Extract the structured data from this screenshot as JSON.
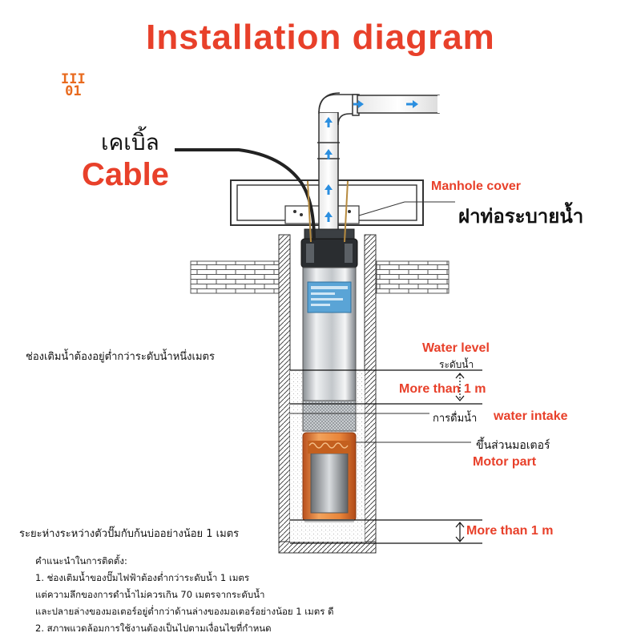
{
  "header": {
    "title": "Installation diagram",
    "badge_top": "III",
    "badge_bottom": "01"
  },
  "labels": {
    "cable_th": "เคเบิ้ล",
    "cable_en": "Cable",
    "manhole_en": "Manhole cover",
    "manhole_th": "ฝาท่อระบายน้ำ",
    "intake_depth_th": "ช่องเติมน้ำต้องอยู่ต่ำกว่าระดับน้ำหนึ่งเมตร",
    "water_level_en": "Water level",
    "water_level_th": "ระดับน้ำ",
    "more_than_1m_top": "More than 1 m",
    "intake_th": "การดื่มน้ำ",
    "intake_en": "water intake",
    "motor_th": "ขึ้นส่วนมอเตอร์",
    "motor_en": "Motor part",
    "bottom_distance_th": "ระยะห่างระหว่างตัวปั๊มกับก้นบ่ออย่างน้อย 1 เมตร",
    "more_than_1m_bottom": "More than 1 m"
  },
  "notes": [
    "คำแนะนำในการติดตั้ง:",
    "1. ช่องเติมน้ำของปั๊มไฟฟ้าต้องต่ำกว่าระดับน้ำ 1 เมตร",
    "แต่ความลึกของการดำน้ำไม่ควรเกิน 70 เมตรจากระดับน้ำ",
    "และปลายล่างของมอเตอร์อยู่ต่ำกว่าด้านล่างของมอเตอร์อย่างน้อย 1 เมตร ดี",
    "2. สภาพแวดล้อมการใช้งานต้องเป็นไปตามเงื่อนไขที่กำหนด"
  ],
  "colors": {
    "accent_red": "#e8402a",
    "flow_arrow": "#2b8fe0",
    "motor_orange": "#e07a2e",
    "badge_orange": "#e86a1e"
  },
  "icons": {
    "flow": "arrow-icon",
    "badge": "brand-badge-icon"
  }
}
